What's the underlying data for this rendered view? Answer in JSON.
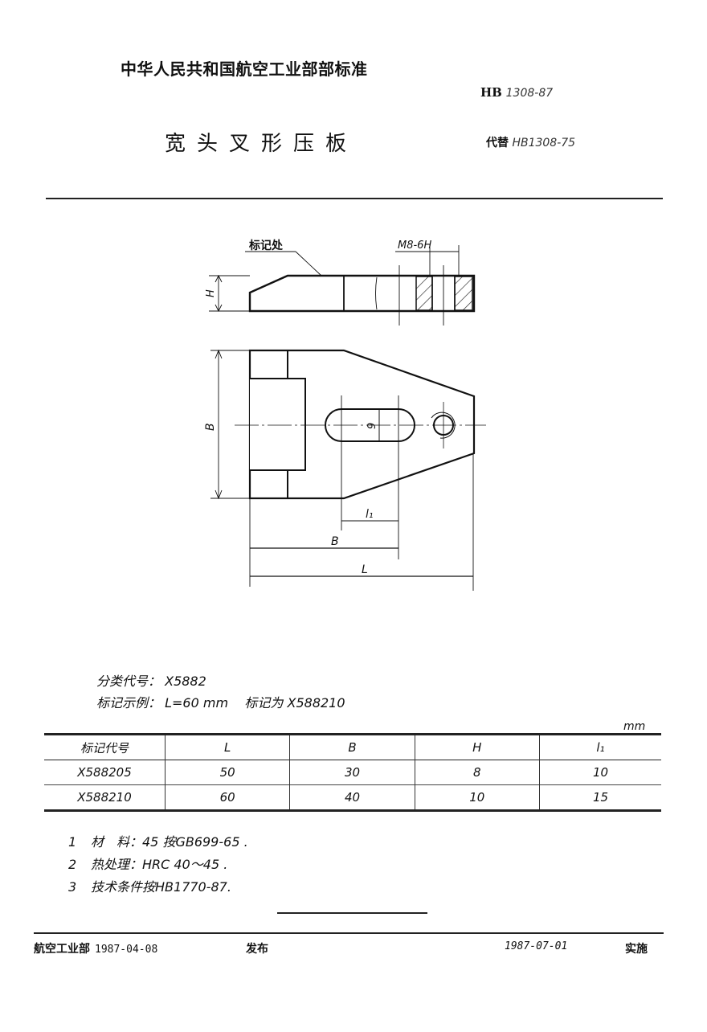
{
  "header": {
    "organization": "中华人民共和国航空工业部部标准",
    "standard_prefix": "HB",
    "standard_number": "1308-87",
    "title": "宽头叉形压板",
    "replaces_label": "代替",
    "replaces_number": "HB1308-75"
  },
  "drawing": {
    "label_marking_location": "标记处",
    "thread_label": "M8-6H",
    "dim_H": "H",
    "dim_B_vertical": "B",
    "dim_slot_width": "9",
    "dim_l1": "l₁",
    "dim_B": "B",
    "dim_L": "L"
  },
  "info": {
    "classification_label": "分类代号：",
    "classification_code": "X5882",
    "example_label": "标记示例：",
    "example_value": "L=60 mm",
    "example_mark_label": "标记为",
    "example_mark_code": "X588210"
  },
  "table": {
    "unit": "mm",
    "headers": [
      "标记代号",
      "L",
      "B",
      "H",
      "l₁"
    ],
    "rows": [
      [
        "X588205",
        "50",
        "30",
        "8",
        "10"
      ],
      [
        "X588210",
        "60",
        "40",
        "10",
        "15"
      ]
    ]
  },
  "notes": [
    {
      "num": "1",
      "text": "材　料：45 按GB699-65 ."
    },
    {
      "num": "2",
      "text": "热处理：HRC 40～45 ."
    },
    {
      "num": "3",
      "text": "技术条件按HB1770-87."
    }
  ],
  "footer": {
    "issuer": "航空工业部",
    "issue_date": "1987-04-08",
    "issue_label": "发布",
    "effective_date": "1987-07-01",
    "effective_label": "实施"
  }
}
